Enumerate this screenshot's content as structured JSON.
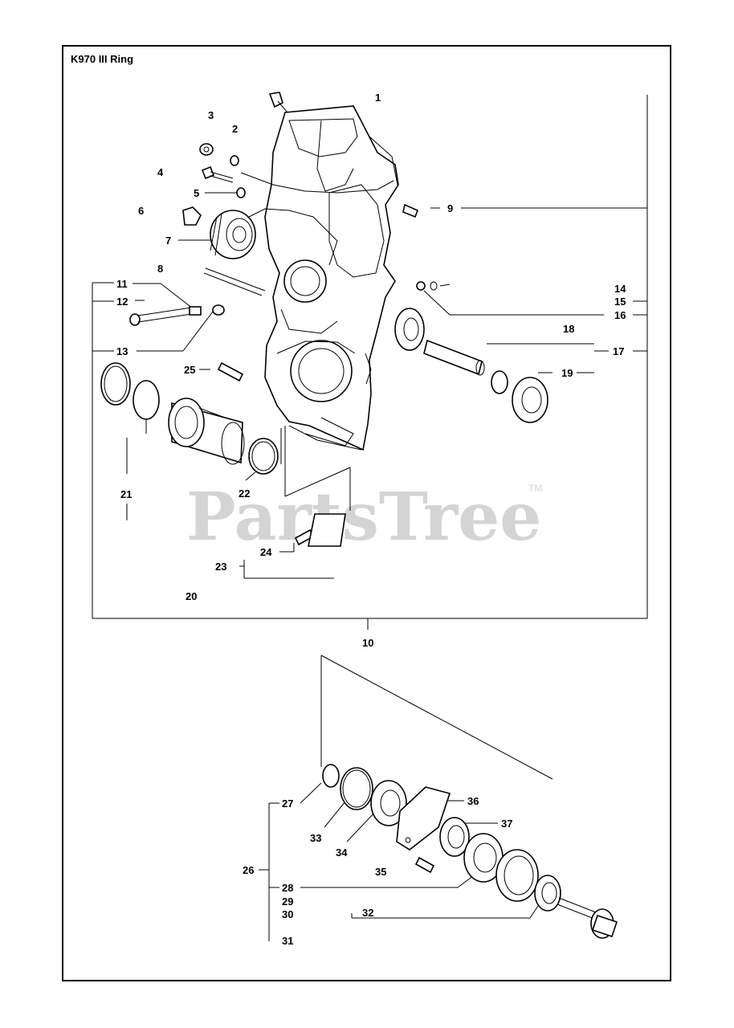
{
  "title": "K970 III Ring",
  "watermark": "PartsTree",
  "watermark_mark": "TM",
  "callouts": [
    {
      "id": "c1",
      "label": "1"
    },
    {
      "id": "c2",
      "label": "2"
    },
    {
      "id": "c3",
      "label": "3"
    },
    {
      "id": "c4",
      "label": "4"
    },
    {
      "id": "c5",
      "label": "5"
    },
    {
      "id": "c6",
      "label": "6"
    },
    {
      "id": "c7",
      "label": "7"
    },
    {
      "id": "c8",
      "label": "8"
    },
    {
      "id": "c9",
      "label": "9"
    },
    {
      "id": "c10",
      "label": "10"
    },
    {
      "id": "c11",
      "label": "11"
    },
    {
      "id": "c12",
      "label": "12"
    },
    {
      "id": "c13",
      "label": "13"
    },
    {
      "id": "c14",
      "label": "14"
    },
    {
      "id": "c15",
      "label": "15"
    },
    {
      "id": "c16",
      "label": "16"
    },
    {
      "id": "c17",
      "label": "17"
    },
    {
      "id": "c18",
      "label": "18"
    },
    {
      "id": "c19",
      "label": "19"
    },
    {
      "id": "c20",
      "label": "20"
    },
    {
      "id": "c21",
      "label": "21"
    },
    {
      "id": "c22",
      "label": "22"
    },
    {
      "id": "c23",
      "label": "23"
    },
    {
      "id": "c24",
      "label": "24"
    },
    {
      "id": "c25",
      "label": "25"
    },
    {
      "id": "c26",
      "label": "26"
    },
    {
      "id": "c27",
      "label": "27"
    },
    {
      "id": "c28",
      "label": "28"
    },
    {
      "id": "c29",
      "label": "29"
    },
    {
      "id": "c30",
      "label": "30"
    },
    {
      "id": "c31",
      "label": "31"
    },
    {
      "id": "c32",
      "label": "32"
    },
    {
      "id": "c33",
      "label": "33"
    },
    {
      "id": "c34",
      "label": "34"
    },
    {
      "id": "c35",
      "label": "35"
    },
    {
      "id": "c36",
      "label": "36"
    },
    {
      "id": "c37",
      "label": "37"
    }
  ]
}
